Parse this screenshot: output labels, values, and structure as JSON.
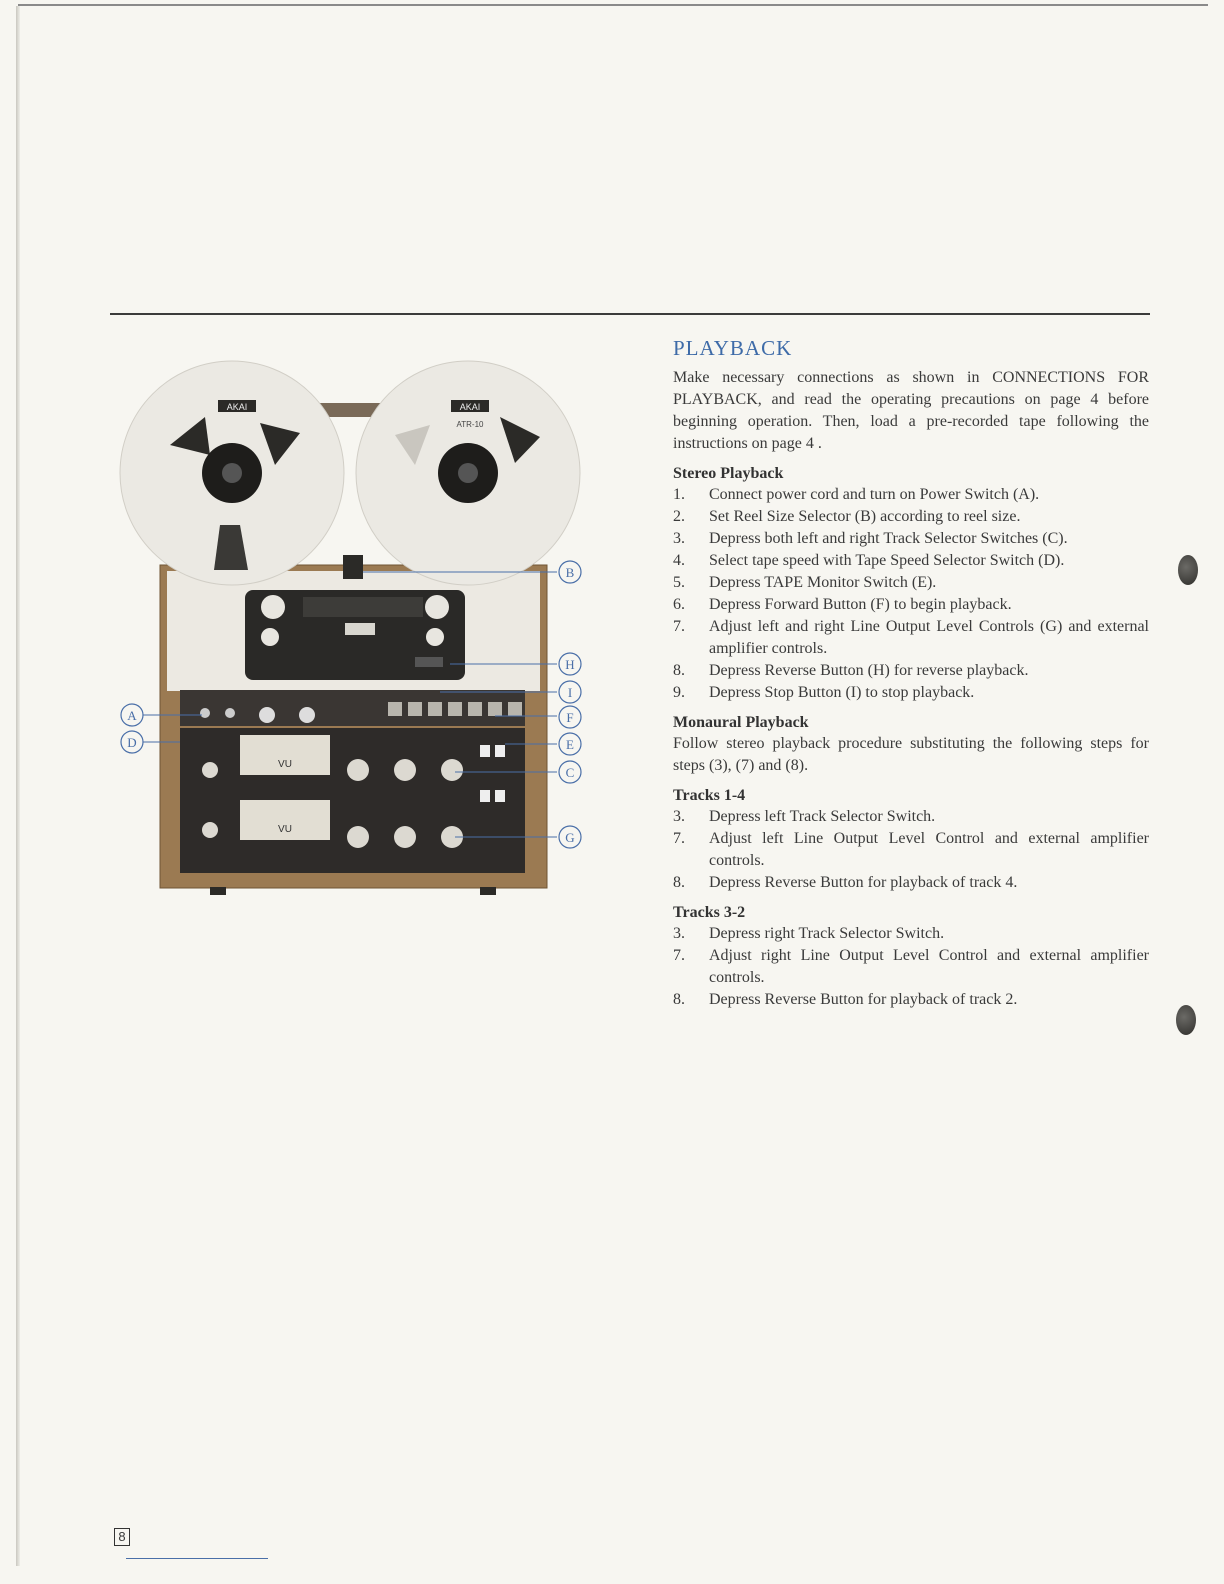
{
  "page_number": "8",
  "photo": {
    "brand_left": "AKAI",
    "brand_right": "AKAI",
    "model": "ATR-10",
    "meter_label": "VU",
    "callouts": [
      "A",
      "B",
      "C",
      "D",
      "E",
      "F",
      "G",
      "H",
      "I"
    ]
  },
  "playback": {
    "title": "PLAYBACK",
    "intro": "Make necessary connections as shown in CONNECTIONS FOR PLAYBACK, and read the operating precautions on page 4 before beginning operation. Then, load a pre-recorded tape following the instructions on page 4 .",
    "stereo": {
      "heading": "Stereo Playback",
      "steps": [
        {
          "n": "1.",
          "text": "Connect power cord and turn on Power Switch (A)."
        },
        {
          "n": "2.",
          "text": "Set Reel Size Selector (B) according to reel size."
        },
        {
          "n": "3.",
          "text": "Depress both left and right Track Selector Switches (C)."
        },
        {
          "n": "4.",
          "text": "Select tape speed with Tape Speed Selector Switch (D)."
        },
        {
          "n": "5.",
          "text": "Depress TAPE Monitor Switch (E)."
        },
        {
          "n": "6.",
          "text": "Depress Forward Button (F) to begin playback."
        },
        {
          "n": "7.",
          "text": "Adjust left and right Line Output Level Controls (G) and external amplifier controls."
        },
        {
          "n": "8.",
          "text": "Depress Reverse Button (H) for reverse playback."
        },
        {
          "n": "9.",
          "text": "Depress Stop Button (I) to stop playback."
        }
      ]
    },
    "monaural": {
      "heading": "Monaural Playback",
      "text": "Follow stereo playback procedure substituting the following steps for steps (3), (7) and (8)."
    },
    "tracks_1_4": {
      "heading": "Tracks 1-4",
      "steps": [
        {
          "n": "3.",
          "text": "Depress left Track Selector Switch."
        },
        {
          "n": "7.",
          "text": "Adjust left Line Output Level Control and external amplifier controls."
        },
        {
          "n": "8.",
          "text": "Depress Reverse Button for playback of track 4."
        }
      ]
    },
    "tracks_3_2": {
      "heading": "Tracks 3-2",
      "steps": [
        {
          "n": "3.",
          "text": "Depress right Track Selector Switch."
        },
        {
          "n": "7.",
          "text": "Adjust right Line Output Level Control and external amplifier controls."
        },
        {
          "n": "8.",
          "text": "Depress Reverse Button for playback of track 2."
        }
      ]
    }
  }
}
